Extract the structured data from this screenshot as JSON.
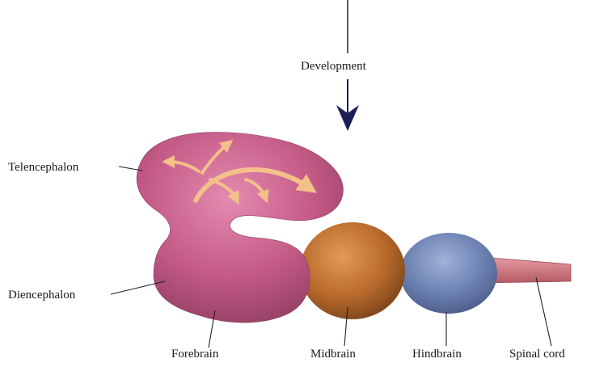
{
  "title": "Development",
  "labels": {
    "telencephalon": "Telencephalon",
    "diencephalon": "Diencephalon",
    "forebrain": "Forebrain",
    "midbrain": "Midbrain",
    "hindbrain": "Hindbrain",
    "spinal_cord": "Spinal cord"
  },
  "colors": {
    "forebrain": "#c35a86",
    "midbrain": "#b86a2c",
    "hindbrain": "#6a7fb0",
    "spinal_cord": "#c76b74",
    "arrows": "#f3c08a",
    "development_arrow": "#1b1f55"
  }
}
